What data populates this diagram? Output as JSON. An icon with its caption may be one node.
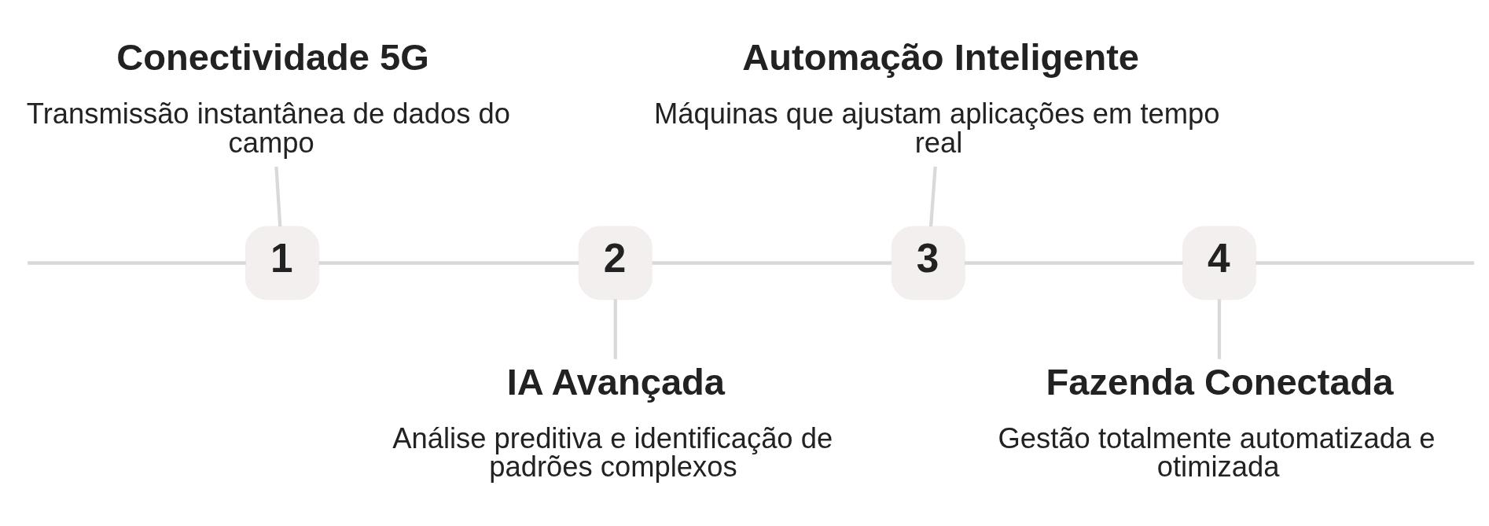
{
  "diagram": {
    "nodes": [
      {
        "text": [
          "Conectividade 5G",
          "Transmissão instantânea de dados do campo"
        ]
      },
      {
        "text": [
          "Automação Inteligente",
          "Máquinas que ajustam aplicações em tempo real"
        ]
      },
      {
        "text": [
          "1"
        ]
      },
      {
        "text": [
          "2"
        ]
      },
      {
        "text": [
          "3"
        ]
      },
      {
        "text": [
          "4"
        ]
      },
      {
        "text": [
          "IA Avançada",
          "Análise preditiva e identificação de padrões complexos"
        ]
      },
      {
        "text": [
          "Fazenda Conectada",
          "Gestão totalmente automatizada e otimizada"
        ]
      }
    ],
    "edges": [
      {
        "from": null,
        "to": 2,
        "arrow": "none"
      },
      {
        "from": 2,
        "to": 3,
        "arrow": "none"
      },
      {
        "from": 3,
        "to": 4,
        "arrow": "none"
      },
      {
        "from": 4,
        "to": 5,
        "arrow": "none"
      },
      {
        "from": 5,
        "to": null,
        "arrow": "none"
      },
      {
        "from": 0,
        "to": 2,
        "arrow": "none"
      },
      {
        "from": 1,
        "to": 4,
        "arrow": "none"
      },
      {
        "from": 3,
        "to": 6,
        "arrow": "none"
      },
      {
        "from": 5,
        "to": 7,
        "arrow": "none"
      }
    ]
  }
}
